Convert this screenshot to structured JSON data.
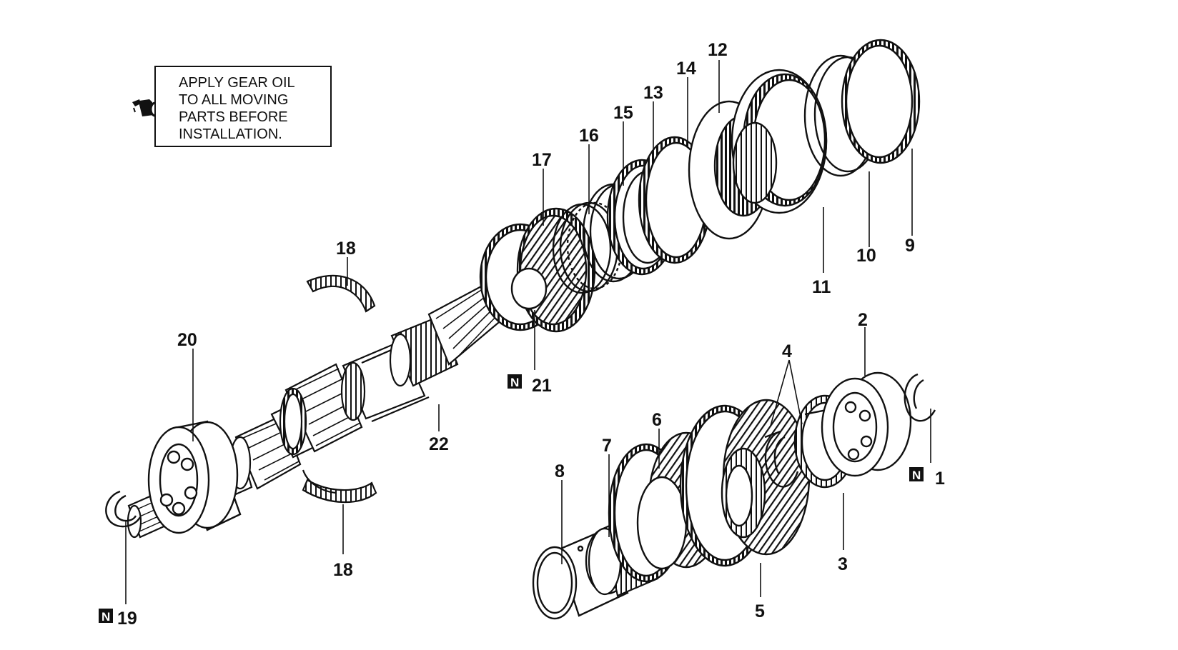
{
  "note": {
    "lines": [
      "APPLY GEAR OIL",
      "TO ALL MOVING",
      "PARTS BEFORE",
      "INSTALLATION."
    ],
    "icon": "oil-can-icon"
  },
  "callouts": {
    "c1": "1",
    "c2": "2",
    "c3": "3",
    "c4": "4",
    "c5": "5",
    "c6": "6",
    "c7": "7",
    "c8": "8",
    "c9": "9",
    "c10": "10",
    "c11": "11",
    "c12": "12",
    "c13": "13",
    "c14": "14",
    "c15": "15",
    "c16": "16",
    "c17": "17",
    "c18a": "18",
    "c18b": "18",
    "c19": "19",
    "c20": "20",
    "c21": "21",
    "c22": "22"
  },
  "badges": {
    "new_part": "N"
  }
}
